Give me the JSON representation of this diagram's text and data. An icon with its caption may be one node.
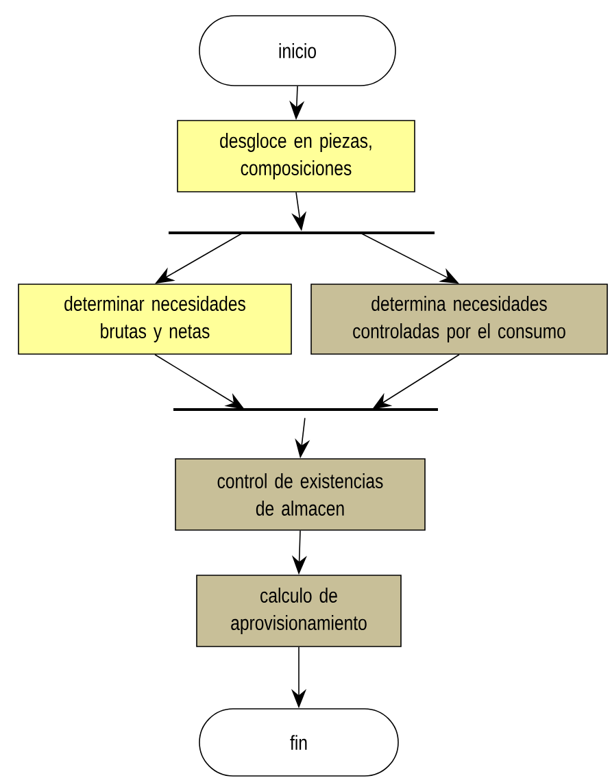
{
  "diagram": {
    "nodes": [
      {
        "text": [
          "inicio"
        ]
      },
      {
        "text": [
          "desgloce en piezas, composiciones"
        ]
      },
      {
        "text": [],
        "shape": "bar"
      },
      {
        "text": [
          "determinar necesidades brutas y netas"
        ]
      },
      {
        "text": [
          "determina necesidades controladas por el consumo"
        ]
      },
      {
        "text": [],
        "shape": "bar"
      },
      {
        "text": [
          "control de existencias de almacen"
        ]
      },
      {
        "text": [
          "calculo de aprovisionamiento"
        ]
      },
      {
        "text": [
          "fin"
        ]
      }
    ],
    "edges": [
      {
        "from": 0,
        "to": 1,
        "arrow": "to"
      },
      {
        "from": 1,
        "to": 2,
        "arrow": "to"
      },
      {
        "from": 2,
        "to": 3,
        "arrow": "to"
      },
      {
        "from": 2,
        "to": 4,
        "arrow": "to"
      },
      {
        "from": 3,
        "to": 5,
        "arrow": "to"
      },
      {
        "from": 4,
        "to": 5,
        "arrow": "to"
      },
      {
        "from": 5,
        "to": 6,
        "arrow": "to"
      },
      {
        "from": 6,
        "to": 7,
        "arrow": "to"
      },
      {
        "from": 7,
        "to": 8,
        "arrow": "to"
      }
    ]
  }
}
